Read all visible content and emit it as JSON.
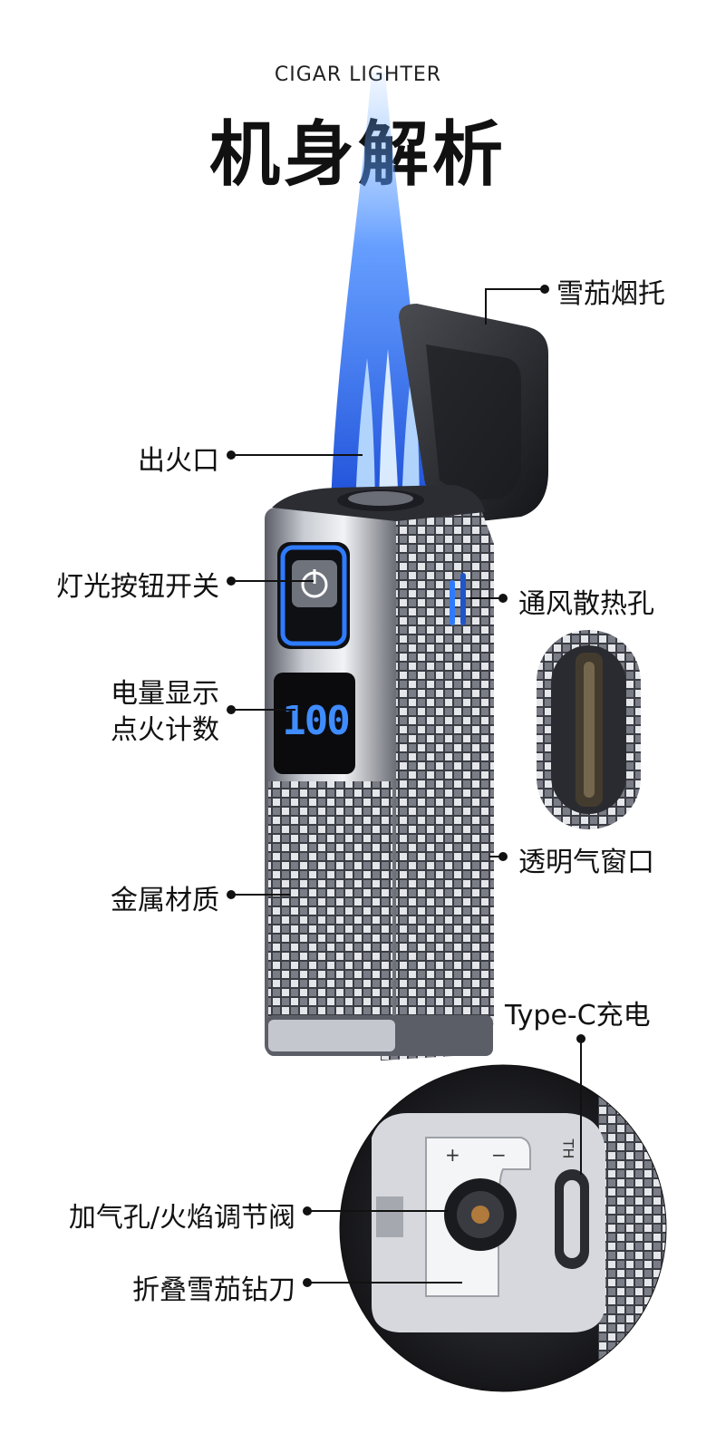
{
  "header": {
    "subtitle": "CIGAR LIGHTER",
    "title": "机身解析"
  },
  "callouts": {
    "cigar_rest": "雪茄烟托",
    "flame_outlet": "出火口",
    "light_button": "灯光按钮开关",
    "battery_display_line1": "电量显示",
    "battery_display_line2": "点火计数",
    "vent_holes": "通风散热孔",
    "gas_window": "透明气窗口",
    "metal_material": "金属材质",
    "type_c": "Type-C充电",
    "gas_valve": "加气孔/火焰调节阀",
    "cigar_cutter": "折叠雪茄钻刀"
  },
  "display": {
    "value": "100"
  },
  "bottom_panel": {
    "plus": "+",
    "minus": "−",
    "port_mark": "TH"
  },
  "colors": {
    "flame_blue": "#1e6bff",
    "led_blue": "#2e7bff",
    "body_dark": "#2b2d33",
    "carbon_light": "#d9dbe0"
  }
}
